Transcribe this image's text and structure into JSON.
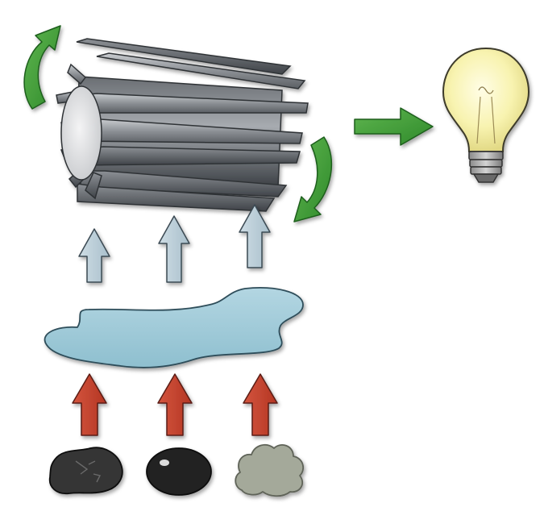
{
  "diagram": {
    "colors": {
      "background": "#ffffff",
      "rotation_arrow": "#3f9a38",
      "output_arrow": "#3f9a38",
      "steam_arrow": "#b9cdd8",
      "heat_arrow": "#c2412c",
      "water": "#9cc7d6",
      "turbine_dark": "#4f5358",
      "turbine_light": "#b4b8bd",
      "bulb_glass": "#f7f3b2",
      "bulb_base": "#9a9a9a",
      "coal": "#3a3a3a",
      "oil": "#262626",
      "gas": "#a4a99a"
    },
    "nodes": [
      {
        "name": "turbine",
        "icon": "turbine-icon"
      },
      {
        "name": "light-bulb",
        "icon": "light-bulb-icon"
      },
      {
        "name": "water",
        "icon": "water-pool-icon"
      },
      {
        "name": "coal",
        "icon": "coal-lump-icon"
      },
      {
        "name": "oil",
        "icon": "oil-drop-icon"
      },
      {
        "name": "natural-gas",
        "icon": "gas-cloud-icon"
      }
    ]
  }
}
